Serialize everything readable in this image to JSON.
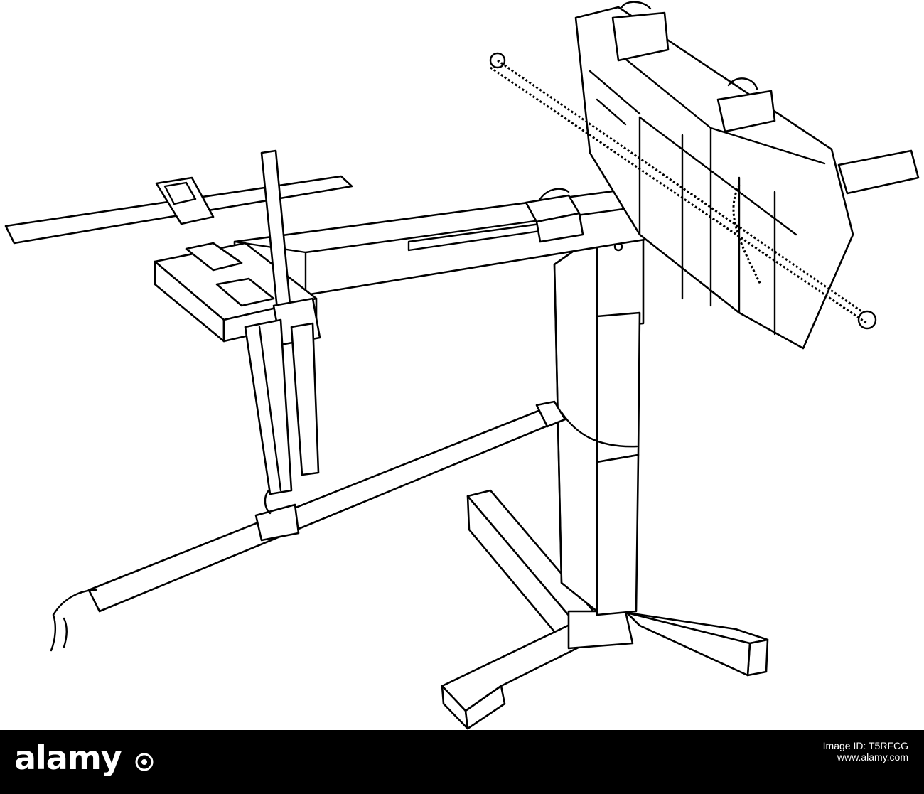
{
  "footer": {
    "logo_text": "alamy",
    "image_id_label": "Image ID: T5RFCG",
    "image_id": "T5RFCG",
    "url": "www.alamy.com"
  },
  "colors": {
    "background": "#ffffff",
    "ink": "#000000",
    "footer_bar": "#000000",
    "footer_text": "#ffffff"
  }
}
